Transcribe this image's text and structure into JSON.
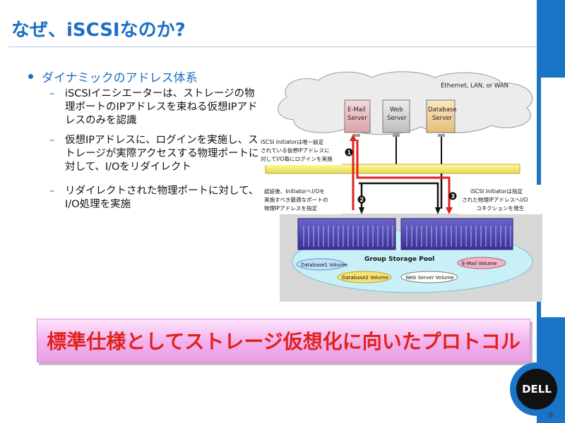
{
  "title": "なぜ、iSCSIなのか?",
  "bullet": "ダイナミックのアドレス体系",
  "subbullets": [
    {
      "dash": "–",
      "text": "iSCSIイニシエーターは、ストレージの物理ポートのIPアドレスを束ねる仮想IPアドレスのみを認識"
    },
    {
      "dash": "–",
      "text": "仮想IPアドレスに、ログインを実施し、ストレージが実際アクセスする物理ポートに対して、I/Oをリダイレクト"
    },
    {
      "dash": "–",
      "text": "リダイレクトされた物理ポートに対して、I/O処理を実施"
    }
  ],
  "diagram": {
    "cloud_label": "Ethernet, LAN, or WAN",
    "servers": [
      {
        "line1": "E-Mail",
        "line2": "Server"
      },
      {
        "line1": "Web",
        "line2": "Server"
      },
      {
        "line1": "Database",
        "line2": "Server"
      }
    ],
    "note1": [
      "iSCSI Initiatorは唯一設定",
      "されている仮想IPアドレスに",
      "対してI/O毎にログインを実施"
    ],
    "note2": [
      "認証後、InitiatorへI/Oを",
      "実施すべき最適なポートの",
      "物理IPアドレスを指定"
    ],
    "note3": [
      "iSCSI Initiatorは指定",
      "された物理IPアドレスへI/O",
      "コネクションを発生"
    ],
    "steps": [
      "1",
      "2",
      "3"
    ],
    "pool_label": "Group Storage Pool",
    "volumes": [
      "Database1 Volume",
      "Database2 Volume",
      "Web Server Volume",
      "E-Mail Volume"
    ],
    "colors": {
      "arrow_red": "#e0201c",
      "arrow_black": "#111111",
      "pool_fill": "#c8f0f6",
      "storage": "#4a3fae"
    }
  },
  "banner": "標準仕様としてストレージ仮想化に向いたプロトコル",
  "logo": "DELL",
  "page_number": "8"
}
